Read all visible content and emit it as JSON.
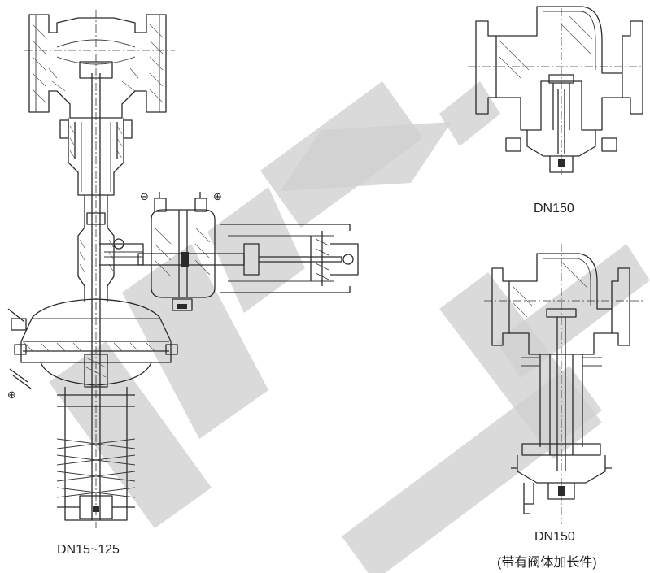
{
  "captions": {
    "main_view": "DN15~125",
    "top_right_view": "DN150",
    "bottom_right_view": "DN150",
    "bottom_right_note": "(带有阀体加长件)"
  },
  "symbols": {
    "minus": "⊖",
    "plus": "⊕"
  },
  "watermark": {
    "color": "#cfcfcf"
  }
}
